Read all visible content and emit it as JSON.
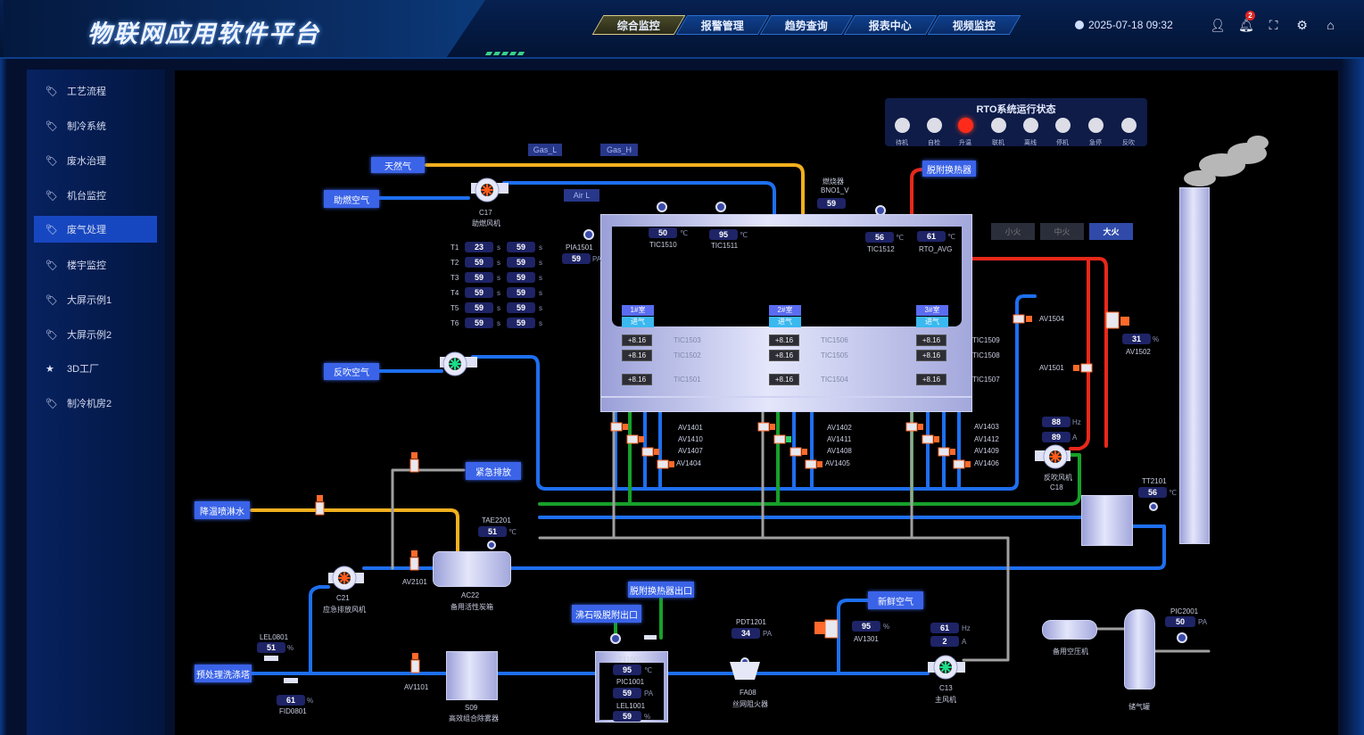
{
  "header": {
    "title": "物联网应用软件平台",
    "tabs": [
      "综合监控",
      "报警管理",
      "趋势查询",
      "报表中心",
      "视频监控"
    ],
    "active_tab": "综合监控",
    "datetime": "2025-07-18 09:32",
    "notification_count": "2",
    "icons": [
      "user-icon",
      "bell-icon",
      "fullscreen-icon",
      "gear-icon",
      "home-icon"
    ]
  },
  "sidebar": {
    "items": [
      {
        "label": "工艺流程",
        "icon": "tag-icon"
      },
      {
        "label": "制冷系统",
        "icon": "tag-icon"
      },
      {
        "label": "废水治理",
        "icon": "tag-icon"
      },
      {
        "label": "机台监控",
        "icon": "tag-icon"
      },
      {
        "label": "废气处理",
        "icon": "tag-icon"
      },
      {
        "label": "楼宇监控",
        "icon": "tag-icon"
      },
      {
        "label": "大屏示例1",
        "icon": "tag-icon"
      },
      {
        "label": "大屏示例2",
        "icon": "tag-icon"
      },
      {
        "label": "3D工厂",
        "icon": "star-icon"
      },
      {
        "label": "制冷机房2",
        "icon": "tag-icon"
      }
    ],
    "active": "废气处理"
  },
  "rto_status": {
    "title": "RTO系统运行状态",
    "lights": [
      {
        "label": "待机",
        "active": false
      },
      {
        "label": "自检",
        "active": false
      },
      {
        "label": "升温",
        "active": true
      },
      {
        "label": "联机",
        "active": false
      },
      {
        "label": "离线",
        "active": false
      },
      {
        "label": "停机",
        "active": false
      },
      {
        "label": "急停",
        "active": false
      },
      {
        "label": "反吹",
        "active": false
      }
    ]
  },
  "fire": {
    "options": [
      "小火",
      "中火",
      "大火"
    ],
    "selected": "大火"
  },
  "boxes": {
    "natural_gas": "天然气",
    "combustion_air": "助燃空气",
    "backblow_air": "反吹空气",
    "emergency_discharge": "紧急排放",
    "cooling_spray": "降温喷淋水",
    "pretreat_tower": "预处理洗涤塔",
    "desorb_exchanger": "脱附换热器",
    "desorb_exchanger_outlet": "脱附换热器出口",
    "zeolite_outlet": "沸石吸脱附出口",
    "fresh_air": "新鲜空气",
    "gas_l": "Gas_L",
    "gas_h": "Gas_H",
    "air_l": "Air L"
  },
  "instruments": {
    "TIC1510": {
      "label": "TIC1510",
      "value": "50",
      "unit": "℃"
    },
    "TIC1511": {
      "label": "TIC1511",
      "value": "95",
      "unit": "℃"
    },
    "TIC1512": {
      "label": "TIC1512",
      "value": "56",
      "unit": "℃"
    },
    "RTO_AVG": {
      "label": "RTO_AVG",
      "value": "61",
      "unit": "℃"
    },
    "BNO1_V": {
      "title": "燃烧器",
      "label": "BNO1_V",
      "value": "59"
    },
    "PIA1501": {
      "label": "PIA1501",
      "value": "59",
      "unit": "PA"
    },
    "AV1502": {
      "label": "AV1502",
      "value": "31",
      "unit": "%"
    },
    "TT2101": {
      "label": "TT2101",
      "value": "56",
      "unit": "℃"
    },
    "TAE2201": {
      "label": "TAE2201",
      "value": "51",
      "unit": "℃"
    },
    "LEL0801": {
      "label": "LEL0801",
      "value": "51",
      "unit": "%"
    },
    "FID0801": {
      "label": "FID0801",
      "value": "61",
      "unit": "%"
    },
    "T11001": {
      "label": "T11001",
      "value": "95",
      "unit": "℃"
    },
    "PIC1001": {
      "label": "PIC1001",
      "value": "59",
      "unit": "PA"
    },
    "LEL1001": {
      "label": "LEL1001",
      "value": "59",
      "unit": "%"
    },
    "PDT1201": {
      "label": "PDT1201",
      "value": "34",
      "unit": "PA"
    },
    "AV1301": {
      "label": "AV1301",
      "value": "95",
      "unit": "%"
    },
    "PIC2001": {
      "label": "PIC2001",
      "value": "50",
      "unit": "PA"
    }
  },
  "timers": {
    "unit": "s",
    "rows": [
      {
        "label": "T1",
        "a": "23",
        "b": "59"
      },
      {
        "label": "T2",
        "a": "59",
        "b": "59"
      },
      {
        "label": "T3",
        "a": "59",
        "b": "59"
      },
      {
        "label": "T4",
        "a": "59",
        "b": "59"
      },
      {
        "label": "T5",
        "a": "59",
        "b": "59"
      },
      {
        "label": "T6",
        "a": "59",
        "b": "59"
      }
    ]
  },
  "chambers": [
    {
      "name": "1#室",
      "state": "进气",
      "temps": [
        {
          "tag": "TIC1503",
          "value": "+8.16"
        },
        {
          "tag": "TIC1502",
          "value": "+8.16"
        },
        {
          "tag": "TIC1501",
          "value": "+8.16"
        }
      ],
      "valves": [
        "AV1401",
        "AV1410",
        "AV1407",
        "AV1404"
      ]
    },
    {
      "name": "2#室",
      "state": "进气",
      "temps": [
        {
          "tag": "TIC1506",
          "value": "+8.16"
        },
        {
          "tag": "TIC1505",
          "value": "+8.16"
        },
        {
          "tag": "TIC1504",
          "value": "+8.16"
        }
      ],
      "valves": [
        "AV1402",
        "AV1411",
        "AV1408",
        "AV1405"
      ]
    },
    {
      "name": "3#室",
      "state": "进气",
      "temps": [
        {
          "tag": "TIC1509",
          "value": "+8.16"
        },
        {
          "tag": "TIC1508",
          "value": "+8.16"
        },
        {
          "tag": "TIC1507",
          "value": "+8.16"
        }
      ],
      "valves": [
        "AV1403",
        "AV1412",
        "AV1409",
        "AV1406"
      ]
    }
  ],
  "fans": {
    "C17": {
      "id": "C17",
      "name": "助燃风机"
    },
    "C18": {
      "id": "C18",
      "name": "反吹风机",
      "hz": "88",
      "a": "89",
      "hz_unit": "Hz",
      "a_unit": "A"
    },
    "C21": {
      "id": "C21",
      "name": "应急排放风机"
    },
    "C13": {
      "id": "C13",
      "name": "主风机",
      "hz": "61",
      "a": "2",
      "hz_unit": "Hz",
      "a_unit": "A"
    }
  },
  "equipment": {
    "AC22": {
      "id": "AC22",
      "name": "备用活性炭箱"
    },
    "S09": {
      "id": "S09",
      "name": "高效组合除雾器"
    },
    "FA08": {
      "id": "FA08",
      "name": "丝网阻火器"
    },
    "compressor": "备用空压机",
    "tank": "储气罐"
  },
  "valves": {
    "AV2101": "AV2101",
    "AV1101": "AV1101",
    "AV1501": "AV1501",
    "AV1504": "AV1504"
  },
  "colors": {
    "gas": "#f2b01e",
    "air": "#1e6ff0",
    "hot": "#e8281a",
    "green": "#17a02a",
    "gray": "#a0a0a0",
    "alarm": "#ff2a1a"
  }
}
